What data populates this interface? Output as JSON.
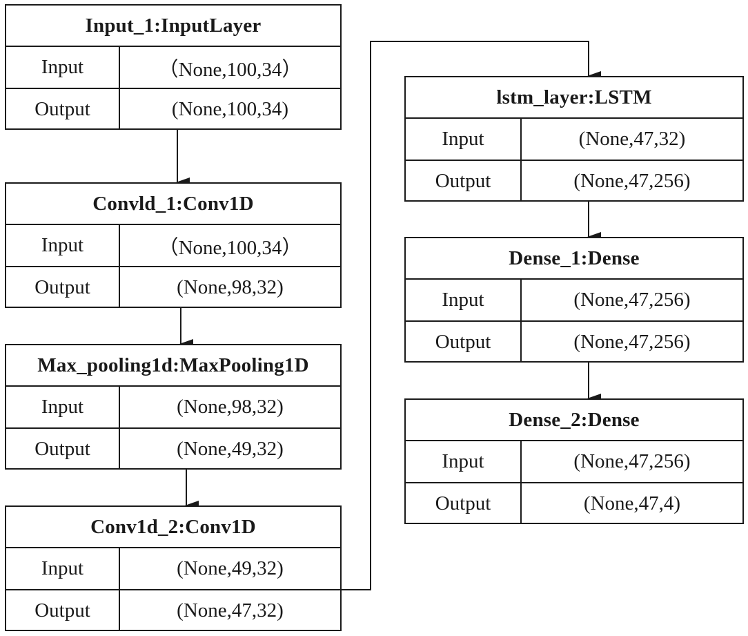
{
  "layers": [
    {
      "title": "Input_1:InputLayer",
      "input_label": "Input",
      "input_value": "（None,100,34）",
      "output_label": "Output",
      "output_value": "(None,100,34)"
    },
    {
      "title": "Convld_1:Conv1D",
      "input_label": "Input",
      "input_value": "（None,100,34）",
      "output_label": "Output",
      "output_value": "(None,98,32)"
    },
    {
      "title": "Max_pooling1d:MaxPooling1D",
      "input_label": "Input",
      "input_value": "(None,98,32)",
      "output_label": "Output",
      "output_value": "(None,49,32)"
    },
    {
      "title": "Conv1d_2:Conv1D",
      "input_label": "Input",
      "input_value": "(None,49,32)",
      "output_label": "Output",
      "output_value": "(None,47,32)"
    },
    {
      "title": "lstm_layer:LSTM",
      "input_label": "Input",
      "input_value": "(None,47,32)",
      "output_label": "Output",
      "output_value": "(None,47,256)"
    },
    {
      "title": "Dense_1:Dense",
      "input_label": "Input",
      "input_value": "(None,47,256)",
      "output_label": "Output",
      "output_value": "(None,47,256)"
    },
    {
      "title": "Dense_2:Dense",
      "input_label": "Input",
      "input_value": "(None,47,256)",
      "output_label": "Output",
      "output_value": "(None,47,4)"
    }
  ],
  "colors": {
    "line": "#1a1a1a",
    "background": "#ffffff"
  }
}
